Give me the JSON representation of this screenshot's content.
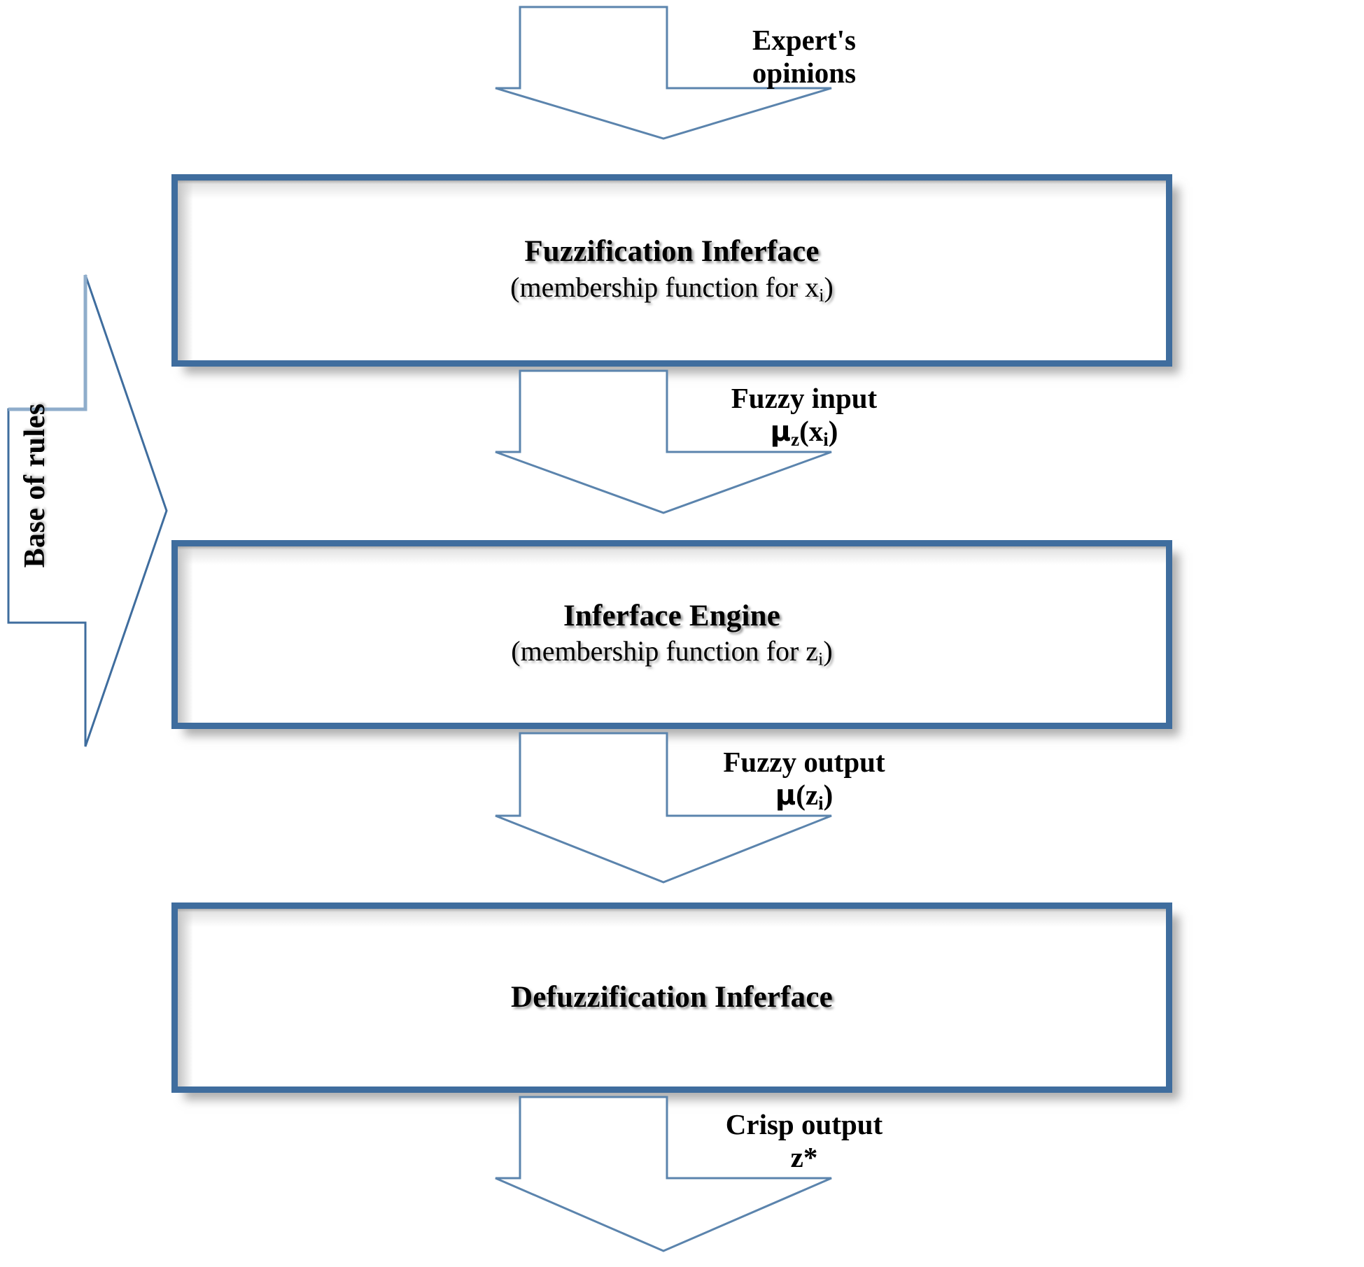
{
  "diagram": {
    "title": "Fuzzy inference system flowchart",
    "colors": {
      "box_border": "#3f6d9e",
      "arrow_stroke": "#3f6d9e",
      "arrow_stroke_light": "#8fadcb",
      "background": "#ffffff",
      "text": "#000000"
    },
    "side_arrow": {
      "label": "Base of rules",
      "direction": "right"
    },
    "flow": [
      {
        "kind": "arrow",
        "name": "experts-opinions-arrow",
        "line1": "Expert's",
        "line2": "opinions"
      },
      {
        "kind": "box",
        "name": "fuzzification-inferface-box",
        "title": "Fuzzification Inferface",
        "subtitle_pre": "(membership function for x",
        "subtitle_sub": "i",
        "subtitle_post": ")"
      },
      {
        "kind": "arrow",
        "name": "fuzzy-input-arrow",
        "line1": "Fuzzy input",
        "line2_mu": "μ",
        "line2_mu_sub": "z",
        "line2_mid": "(x",
        "line2_sub": "i",
        "line2_post": ")"
      },
      {
        "kind": "box",
        "name": "inferface-engine-box",
        "title": "Inferface Engine",
        "subtitle_pre": "(membership function for  z",
        "subtitle_sub": "i",
        "subtitle_post": ")"
      },
      {
        "kind": "arrow",
        "name": "fuzzy-output-arrow",
        "line1": "Fuzzy output",
        "line2_mu": "μ",
        "line2_mu_sub": "",
        "line2_mid": "(z",
        "line2_sub": "i",
        "line2_post": ")"
      },
      {
        "kind": "box",
        "name": "defuzzification-inferface-box",
        "title": "Defuzzification Inferface",
        "subtitle_pre": "",
        "subtitle_sub": "",
        "subtitle_post": ""
      },
      {
        "kind": "arrow",
        "name": "crisp-output-arrow",
        "line1": "Crisp  output",
        "line2": "z*"
      }
    ]
  }
}
